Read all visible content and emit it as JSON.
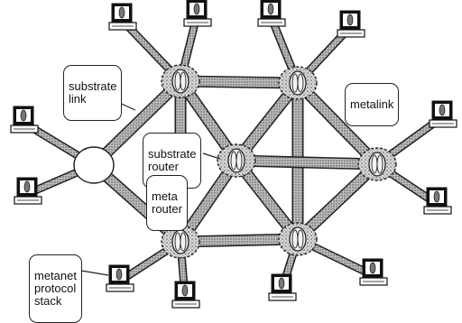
{
  "labels": {
    "substrate_link": "substrate\nlink",
    "metalink": "metalink",
    "substrate_router": "substrate\nrouter",
    "meta_router": "meta\nrouter",
    "metanet_protocol_stack": "metanet\nprotocol\nstack"
  },
  "colors": {
    "ink": "#222222",
    "link_fill": "#9a9a9a",
    "router_fill": "#e8e8e8",
    "paper": "#ffffff"
  },
  "icons": {
    "host": "computer-icon",
    "router": "router-icon"
  }
}
